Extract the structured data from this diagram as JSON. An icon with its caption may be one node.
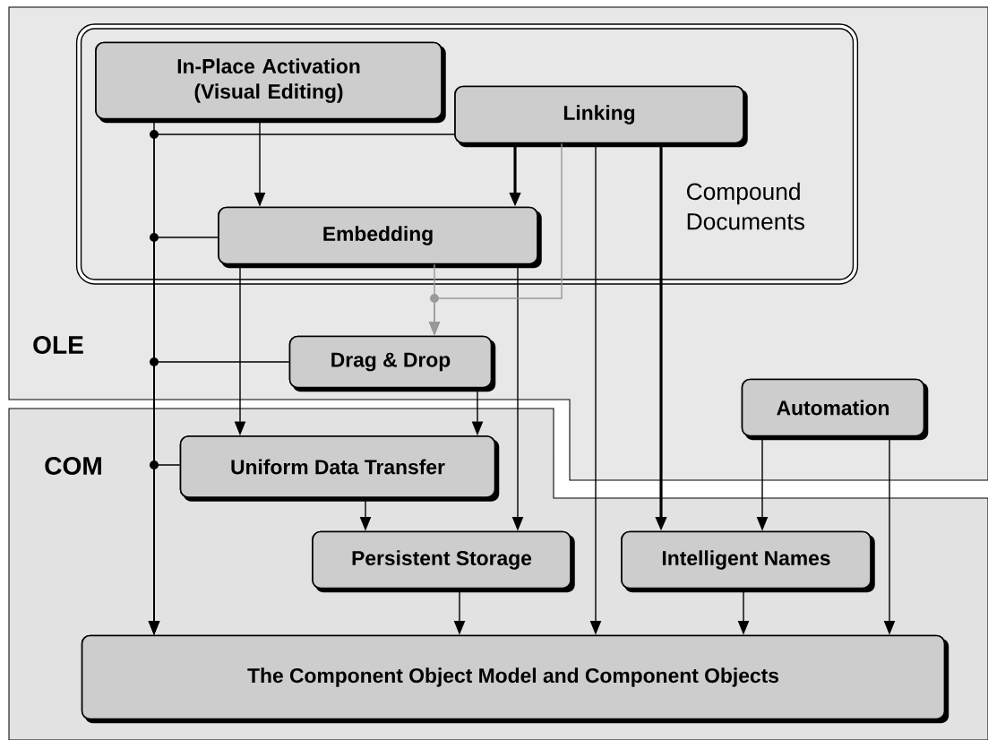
{
  "diagram": {
    "nodes": [
      {
        "text": [
          "Compound Documents"
        ]
      },
      {
        "text": [
          "In-Place Activation (Visual Editing)"
        ],
        "in": 0
      },
      {
        "text": [
          "Linking"
        ],
        "in": 0
      },
      {
        "text": [
          "Embedding"
        ],
        "in": 0
      },
      {
        "text": [
          "Drag & Drop"
        ]
      },
      {
        "text": [
          "Automation"
        ]
      },
      {
        "text": [
          "Uniform Data Transfer"
        ]
      },
      {
        "text": [
          "Persistent Storage"
        ]
      },
      {
        "text": [
          "Intelligent Names"
        ]
      },
      {
        "text": [
          "The Component Object Model and Component Objects"
        ]
      }
    ],
    "edges": [
      {
        "from": 1,
        "to": 3,
        "arrow": "to"
      },
      {
        "from": 2,
        "to": 3,
        "arrow": "to",
        "style": "thick"
      },
      {
        "from": 1,
        "to": 9,
        "arrow": "to"
      },
      {
        "from": 2,
        "to": 9,
        "arrow": "to"
      },
      {
        "from": 3,
        "to": 9,
        "arrow": "to"
      },
      {
        "from": 4,
        "to": 9,
        "arrow": "to"
      },
      {
        "from": 6,
        "to": 9,
        "arrow": "to"
      },
      {
        "from": 3,
        "to": 6,
        "arrow": "to"
      },
      {
        "from": 3,
        "to": 4,
        "arrow": "to",
        "color": "#999999"
      },
      {
        "from": 2,
        "to": 4,
        "arrow": "to",
        "color": "#999999"
      },
      {
        "from": 4,
        "to": 6,
        "arrow": "to"
      },
      {
        "from": 3,
        "to": 7,
        "arrow": "to"
      },
      {
        "from": 2,
        "to": 9,
        "arrow": "to"
      },
      {
        "from": 2,
        "to": 8,
        "arrow": "to",
        "style": "thick"
      },
      {
        "from": 5,
        "to": 8,
        "arrow": "to"
      },
      {
        "from": 5,
        "to": 9,
        "arrow": "to"
      },
      {
        "from": 6,
        "to": 7,
        "arrow": "to"
      },
      {
        "from": 7,
        "to": 9,
        "arrow": "to"
      },
      {
        "from": 8,
        "to": 9,
        "arrow": "to"
      }
    ],
    "labels": [
      "OLE",
      "COM"
    ]
  }
}
